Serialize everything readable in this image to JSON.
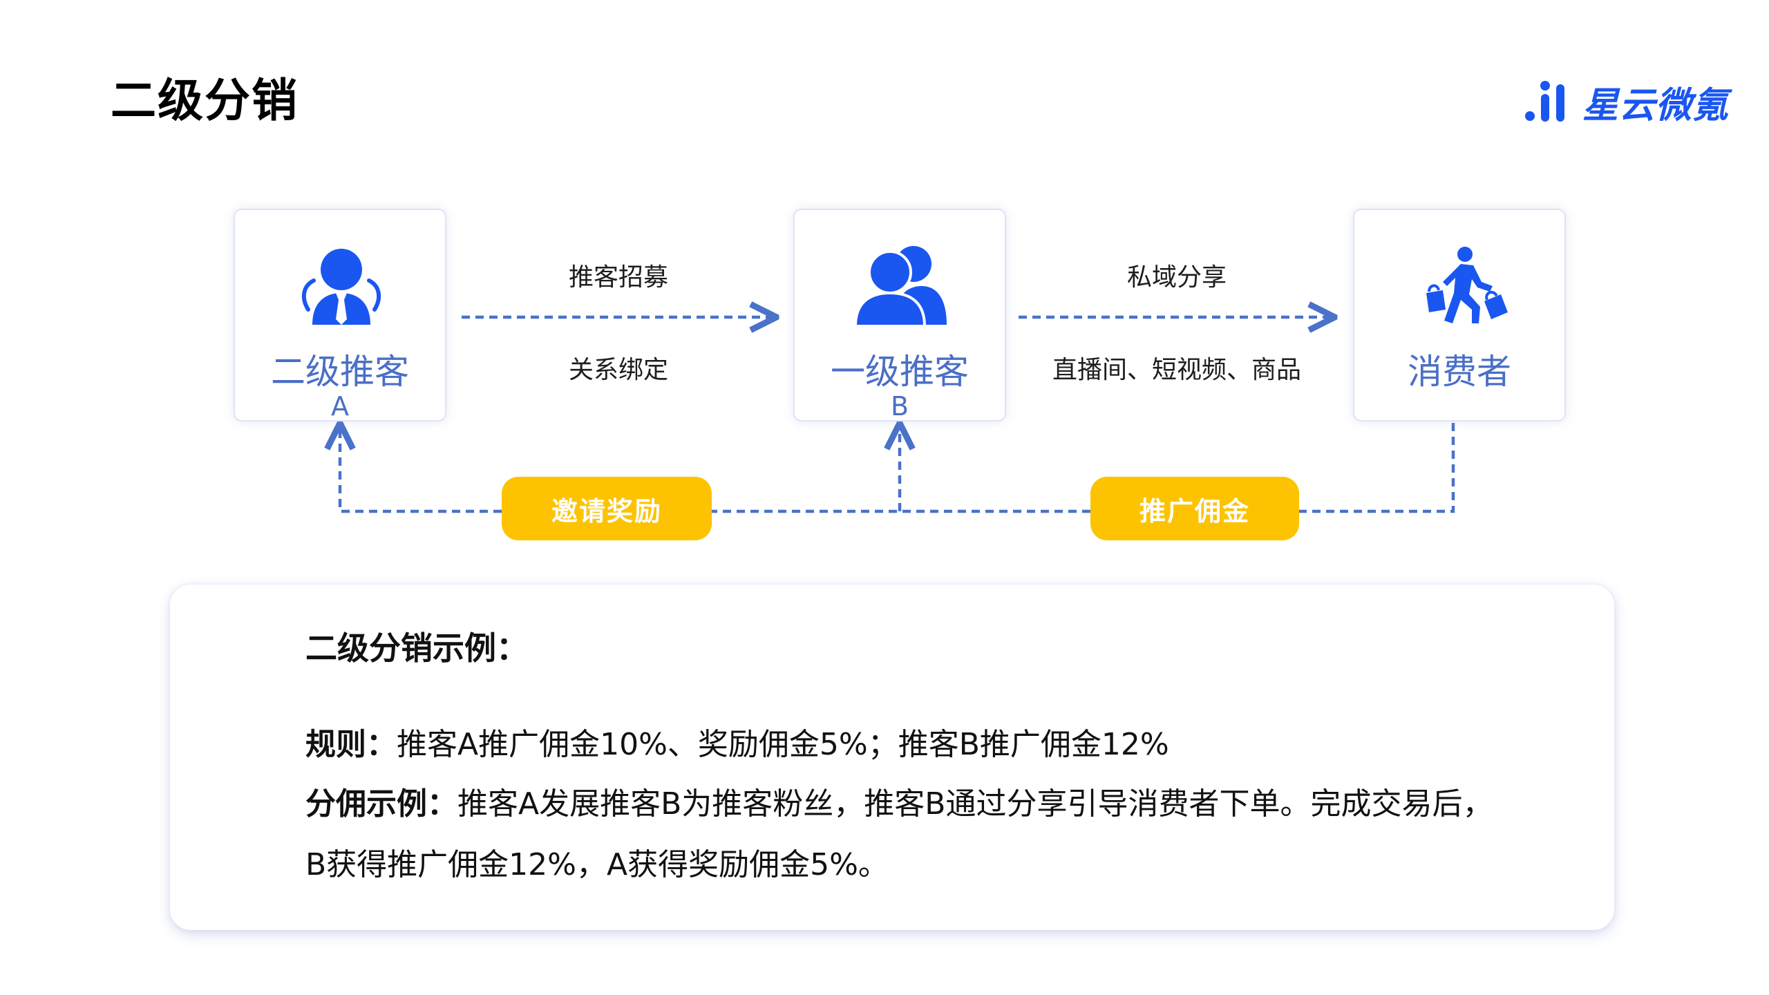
{
  "page": {
    "title": "二级分销"
  },
  "brand": {
    "name": "星云微氪",
    "accent": "#1a56f0"
  },
  "nodes": [
    {
      "label": "二级推客",
      "sub": "A",
      "icon": "manager-icon"
    },
    {
      "label": "一级推客",
      "sub": "B",
      "icon": "user-group-icon"
    },
    {
      "label": "消费者",
      "sub": "",
      "icon": "shopper-icon"
    }
  ],
  "edges": {
    "a_to_b": {
      "top": "推客招募",
      "bottom": "关系绑定"
    },
    "b_to_consumer": {
      "top": "私域分享",
      "bottom": "直播间、短视频、商品"
    }
  },
  "feedback": {
    "invite_reward": "邀请奖励",
    "promotion_commission": "推广佣金"
  },
  "example": {
    "title": "二级分销示例：",
    "rule_key": "规则：",
    "rule_text": "推客A推广佣金10%、奖励佣金5%；推客B推广佣金12%",
    "case_key": "分佣示例：",
    "case_text": "推客A发展推客B为推客粉丝，推客B通过分享引导消费者下单。完成交易后，B获得推广佣金12%，A获得奖励佣金5%。"
  },
  "colors": {
    "node_text": "#4a6fc6",
    "icon_blue": "#1a56f0",
    "arrow": "#4a72c8",
    "pill": "#fdc300"
  }
}
